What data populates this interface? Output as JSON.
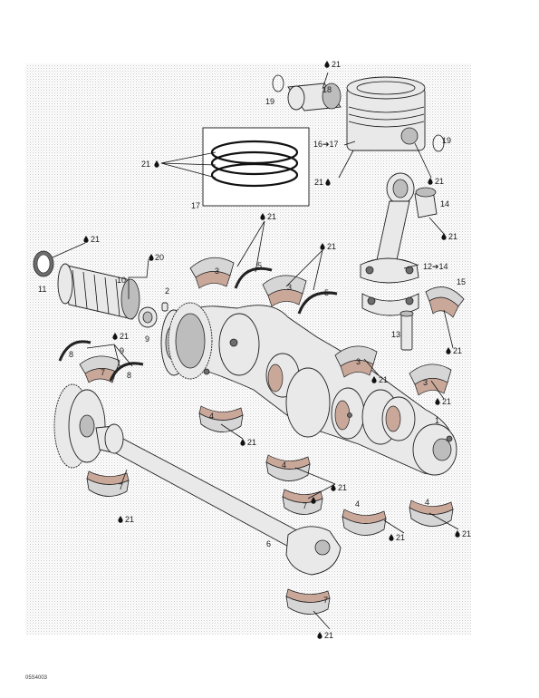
{
  "figure_code": "05S4003",
  "lube_code": "21",
  "labels": {
    "l1": "1",
    "l2": "2",
    "l3": "3",
    "l4": "4",
    "l5": "5",
    "l6": "6",
    "l7": "7",
    "l8": "8",
    "l9": "9",
    "l10": "10",
    "l11": "11",
    "l12": "12",
    "l14": "14",
    "l13": "13",
    "l15": "15",
    "l16": "16",
    "l17": "17",
    "l18": "18",
    "l19": "19",
    "l20": "20",
    "l21": "21",
    "arrow_12_14": "12➔14",
    "arrow_16_17": "16➔17"
  }
}
